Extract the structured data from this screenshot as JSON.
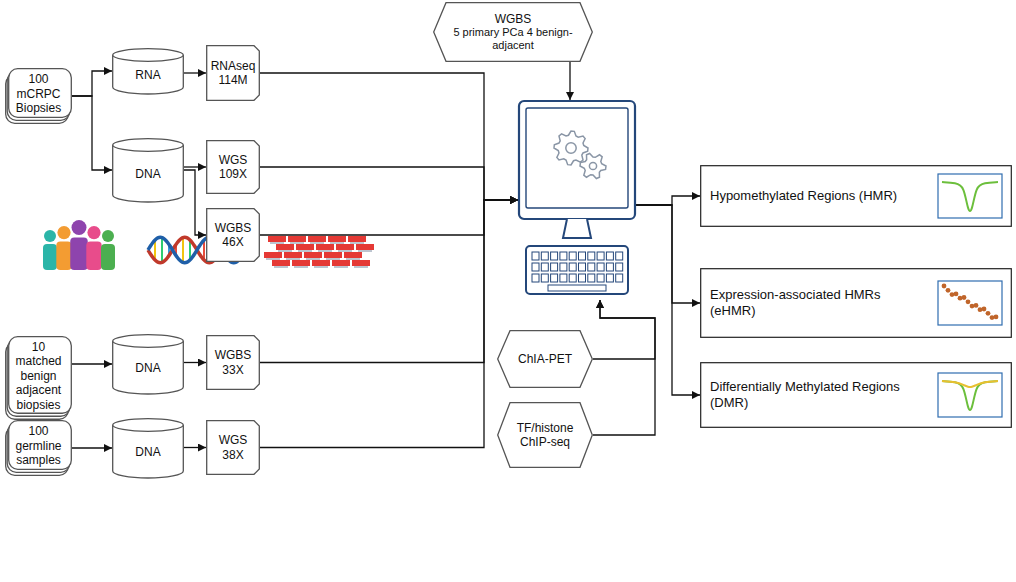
{
  "diagram": {
    "nodes": [
      {
        "text": [
          "100 mCRPC Biopsies"
        ]
      },
      {
        "text": [
          "RNA"
        ]
      },
      {
        "text": [
          "RNAseq 114M"
        ]
      },
      {
        "text": [
          "DNA"
        ]
      },
      {
        "text": [
          "WGS 109X"
        ]
      },
      {
        "text": [
          "WGBS 46X"
        ]
      },
      {
        "text": [
          "WGBS",
          "5 primary PCa 4 benign-adjacent"
        ]
      },
      {
        "text": []
      },
      {
        "text": [
          "10 matched benign adjacent biopsies"
        ]
      },
      {
        "text": [
          "DNA"
        ]
      },
      {
        "text": [
          "WGBS 33X"
        ]
      },
      {
        "text": [
          "100 germline samples"
        ]
      },
      {
        "text": [
          "DNA"
        ]
      },
      {
        "text": [
          "WGS 38X"
        ]
      },
      {
        "text": [
          "ChIA-PET"
        ]
      },
      {
        "text": [
          "TF/histone ChIP-seq"
        ]
      },
      {
        "text": [
          "Hypomethylated Regions (HMR)"
        ]
      },
      {
        "text": [
          "Expression-associated HMRs (eHMR)"
        ]
      },
      {
        "text": [
          "Differentially Methylated Regions (DMR)"
        ]
      }
    ],
    "edges": [
      {
        "from": 0,
        "to": 1,
        "arrow": "to"
      },
      {
        "from": 0,
        "to": 3,
        "arrow": "to"
      },
      {
        "from": 1,
        "to": 2,
        "arrow": "to"
      },
      {
        "from": 3,
        "to": 4,
        "arrow": "to"
      },
      {
        "from": 3,
        "to": 5,
        "arrow": "to"
      },
      {
        "from": 2,
        "to": 7,
        "arrow": "to"
      },
      {
        "from": 4,
        "to": 7,
        "arrow": "to"
      },
      {
        "from": 5,
        "to": 7,
        "arrow": "to"
      },
      {
        "from": 6,
        "to": 7,
        "arrow": "to"
      },
      {
        "from": 8,
        "to": 9,
        "arrow": "to"
      },
      {
        "from": 9,
        "to": 10,
        "arrow": "to"
      },
      {
        "from": 10,
        "to": 7,
        "arrow": "to"
      },
      {
        "from": 11,
        "to": 12,
        "arrow": "to"
      },
      {
        "from": 12,
        "to": 13,
        "arrow": "to"
      },
      {
        "from": 13,
        "to": 7,
        "arrow": "to"
      },
      {
        "from": 14,
        "to": 7,
        "arrow": "to"
      },
      {
        "from": 15,
        "to": 7,
        "arrow": "to"
      },
      {
        "from": 7,
        "to": 16,
        "arrow": "to"
      },
      {
        "from": 7,
        "to": 17,
        "arrow": "to"
      },
      {
        "from": 7,
        "to": 18,
        "arrow": "to"
      }
    ]
  }
}
